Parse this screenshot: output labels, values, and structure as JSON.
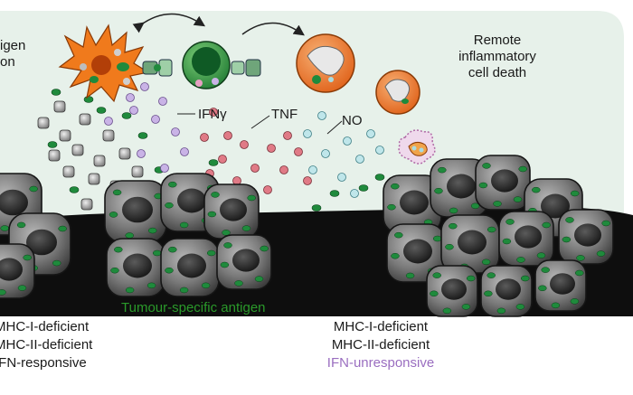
{
  "labels": {
    "top_left": [
      "igen",
      "on"
    ],
    "remote": [
      "Remote",
      "inflammatory",
      "cell death"
    ],
    "ifn": "IFNγ",
    "tnf": "TNF",
    "no": "NO",
    "antigen": "Tumour-specific antigen",
    "left_group": [
      "MHC-I-deficient",
      "MHC-II-deficient",
      "IFN-responsive"
    ],
    "right_group": [
      "MHC-I-deficient",
      "MHC-II-deficient",
      "IFN-unresponsive"
    ]
  },
  "colors": {
    "background_panel": "#e7f1ea",
    "tumour_ground": "#0d0d0d",
    "antigen_green": "#1f8a3c",
    "tumour_cell": "#6e6e6e",
    "dendritic_cell": "#f07a1c",
    "t_cell": "#2f9a47",
    "macrophage": "#e8732a",
    "ifn_particle": "#b9a3d6",
    "tnf_particle": "#e07a86",
    "no_particle": "#a9dbe0",
    "antigen_text": "#2a9a2a",
    "unresponsive_text": "#9a6ec0"
  }
}
